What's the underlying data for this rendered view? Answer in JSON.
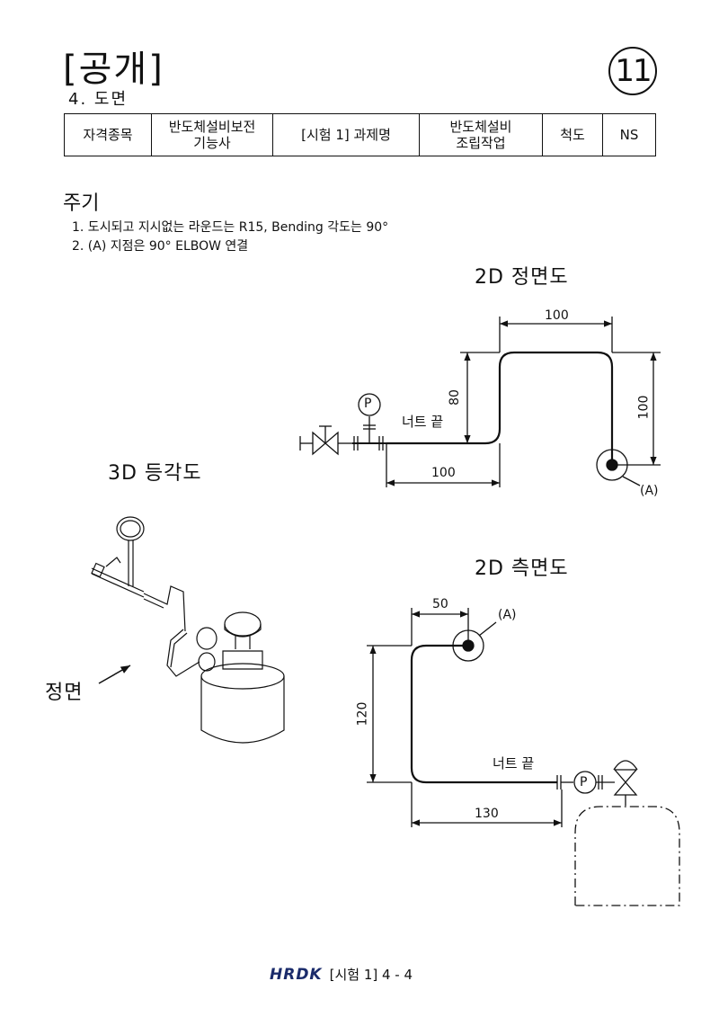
{
  "header": {
    "title": "[공개]",
    "subtitle": "4. 도면",
    "page_badge": "11"
  },
  "info_table": {
    "label_subject": "자격종목",
    "subject_line1": "반도체설비보전",
    "subject_line2": "기능사",
    "label_task": "[시험 1] 과제명",
    "task_line1": "반도체설비",
    "task_line2": "조립작업",
    "label_scale": "척도",
    "scale": "NS"
  },
  "notes": {
    "heading": "주기",
    "items": [
      "1. 도시되고 지시없는 라운드는 R15, Bending 각도는 90°",
      "2. (A) 지점은 90° ELBOW 연결"
    ]
  },
  "front_view": {
    "title": "2D 정면도",
    "dim_top": "100",
    "dim_left": "80",
    "dim_right": "100",
    "dim_bottom": "100",
    "gauge_label": "P",
    "nut_label": "너트 끝",
    "point_label": "(A)"
  },
  "iso_view": {
    "title": "3D 등각도",
    "front_label": "정면"
  },
  "side_view": {
    "title": "2D 측면도",
    "dim_top": "50",
    "dim_left": "120",
    "dim_bottom": "130",
    "gauge_label": "P",
    "nut_label": "너트 끝",
    "point_label": "(A)"
  },
  "footer": {
    "logo": "HRDK",
    "page": "[시험 1] 4 - 4"
  }
}
